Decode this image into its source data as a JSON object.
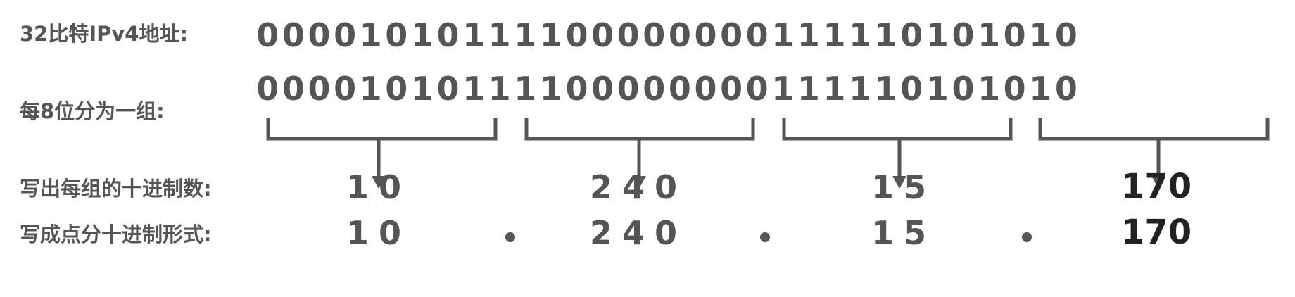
{
  "labels": {
    "row1": "32比特IPv4地址:",
    "row2": "每8位分为一组:",
    "row3": "写出每组的十进制数:",
    "row4": "写成点分十进制形式:"
  },
  "bits": "00001010111100000000111110101010",
  "decimal_groups": [
    "10",
    "240",
    "15",
    "170"
  ],
  "dots": [
    ".",
    ".",
    "."
  ],
  "colors": {
    "text": "#555555",
    "emphasis": "#222222",
    "bracket": "#555555"
  }
}
